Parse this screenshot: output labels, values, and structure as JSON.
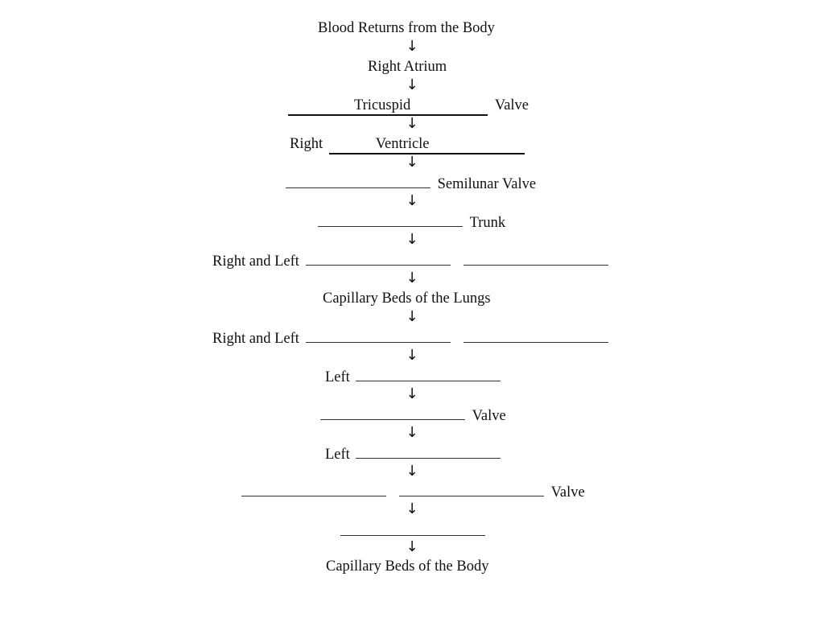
{
  "worksheet": {
    "step_01": "Blood Returns from the Body",
    "step_02": "Right Atrium",
    "step_03_answer": "Tricuspid",
    "step_03_suffix": "Valve",
    "step_04_prefix": "Right",
    "step_04_answer": "Ventricle",
    "step_05_suffix": "Semilunar Valve",
    "step_06_suffix": "Trunk",
    "step_07_prefix": "Right and Left",
    "step_08": "Capillary Beds of the Lungs",
    "step_09_prefix": "Right and Left",
    "step_10_prefix": "Left",
    "step_11_suffix": "Valve",
    "step_12_prefix": "Left",
    "step_13_suffix": "Valve",
    "step_15": "Capillary Beds of the Body",
    "arrow_glyph": "↓"
  }
}
